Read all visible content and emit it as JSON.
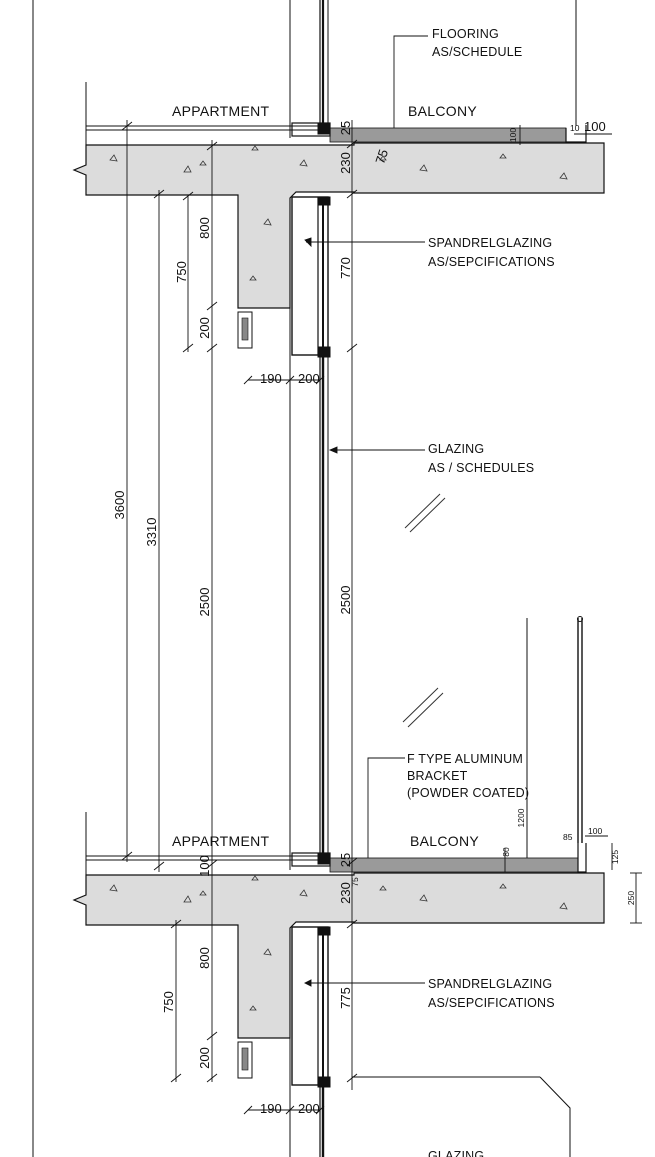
{
  "colors": {
    "ink": "#111111",
    "concrete": "#dcdcdc",
    "floor_finish": "#9a9a9a",
    "paper": "#ffffff"
  },
  "labels": {
    "flooring_1": "FLOORING",
    "flooring_2": "AS/SCHEDULE",
    "appartment_upper": "APPARTMENT",
    "balcony_upper": "BALCONY",
    "appartment_lower": "APPARTMENT",
    "balcony_lower": "BALCONY",
    "spandrel_upper_1": "SPANDRELGLAZING",
    "spandrel_upper_2": "AS/SEPCIFICATIONS",
    "glazing_1": "GLAZING",
    "glazing_2": "AS / SCHEDULES",
    "bracket_1": "F TYPE ALUMINUM",
    "bracket_2": "BRACKET",
    "bracket_3": "(POWDER COATED)",
    "spandrel_lower_1": "SPANDRELGLAZING",
    "spandrel_lower_2": "AS/SEPCIFICATIONS",
    "glazing_lower": "GLAZING"
  },
  "dimensions": {
    "d3600": "3600",
    "d3310": "3310",
    "d2500_left": "2500",
    "d750_upper": "750",
    "d800_upper": "800",
    "d200_upper": "200",
    "d190_upper": "190",
    "d200h_upper": "200",
    "d25_upper": "25",
    "d230_upper": "230",
    "d75": "75",
    "d770": "770",
    "d100_upper": "100",
    "d100v_upper": "100",
    "d10_upper": "10",
    "d2500_right": "2500",
    "d1200": "1200",
    "d85": "85",
    "d100_lower": "100",
    "d125": "125",
    "d250": "250",
    "d80": "80",
    "d100_lower_v": "100",
    "d25_lower": "25",
    "d230_lower": "230",
    "d75_lower": "75",
    "d750_lower": "750",
    "d800_lower": "800",
    "d200_lower": "200",
    "d775": "775",
    "d190_lower": "190",
    "d200h_lower": "200"
  }
}
